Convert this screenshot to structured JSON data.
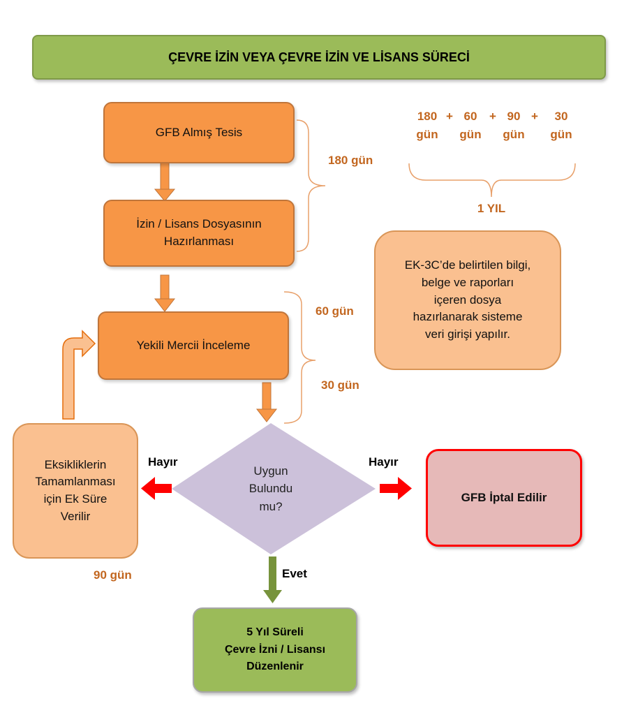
{
  "title": "ÇEVRE İZİN VEYA ÇEVRE İZİN VE LİSANS SÜRECİ",
  "steps": {
    "gfb": "GFB Almış Tesis",
    "prep_line1": "İzin / Lisans Dosyasının",
    "prep_line2": "Hazırlanması",
    "review": "Yekili Mercii İnceleme",
    "decision_line1": "Uygun",
    "decision_line2": "Bulundu",
    "decision_line3": "mu?",
    "missing_line1": "Eksikliklerin",
    "missing_line2": "Tamamlanması",
    "missing_line3": "için Ek Süre",
    "missing_line4": "Verilir",
    "cancel": "GFB İptal Edilir",
    "final_line1": "5 Yıl Süreli",
    "final_line2": "Çevre İzni / Lisansı",
    "final_line3": "Düzenlenir"
  },
  "note": {
    "line1": "EK-3C’de belirtilen bilgi,",
    "line2": "belge ve raporları",
    "line3": "içeren dosya",
    "line4": "hazırlanarak sisteme",
    "line5": "veri girişi yapılır."
  },
  "durations": {
    "d180": "180 gün",
    "d60": "60 gün",
    "d30": "30 gün",
    "d90": "90 gün"
  },
  "calc": {
    "n1": "180",
    "p1": "+",
    "n2": "60",
    "p2": "+",
    "n3": "90",
    "p3": "+",
    "n4": "30",
    "unit1": "gün",
    "unit2": "gün",
    "unit3": "gün",
    "unit4": "gün",
    "total": "1 YIL"
  },
  "branches": {
    "no_left": "Hayır",
    "no_right": "Hayır",
    "yes": "Evet"
  },
  "colors": {
    "title_green": "#9bbb59",
    "step_orange": "#f79646",
    "light_orange": "#fac090",
    "decision_lavender": "#ccc1da",
    "cancel_pink": "#e6b9b8",
    "cancel_border": "#ff0000",
    "red_arrow": "#ff0000",
    "green_arrow": "#77933c",
    "duration_text": "#c2661f"
  }
}
